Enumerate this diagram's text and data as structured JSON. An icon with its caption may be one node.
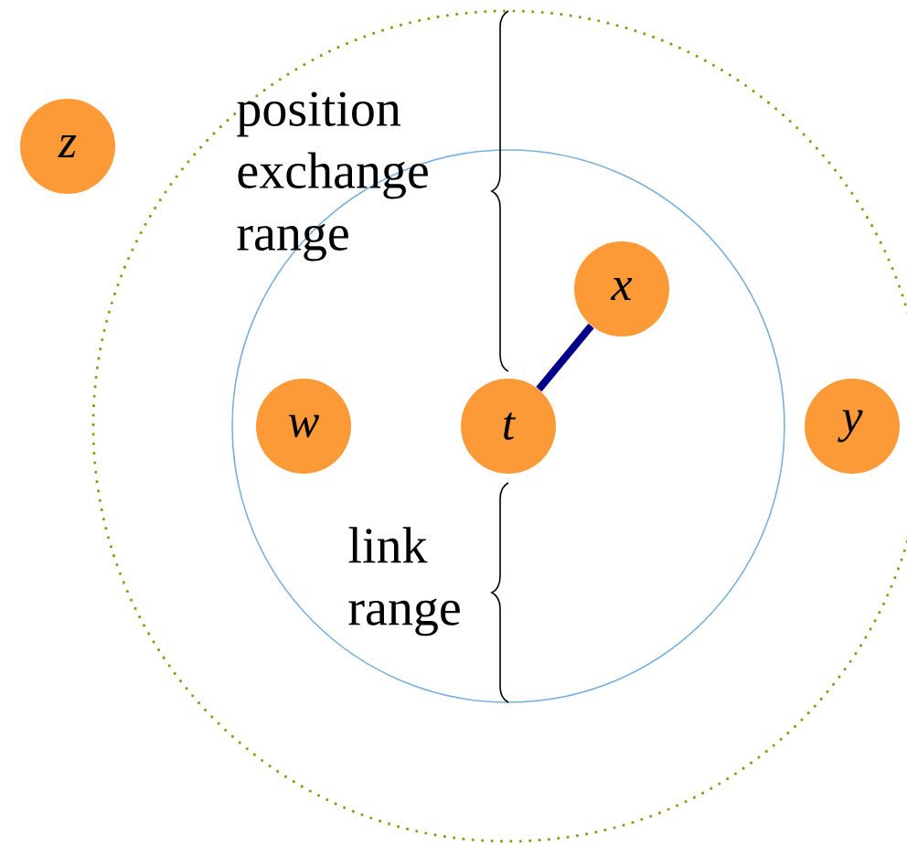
{
  "diagram": {
    "nodes": [
      {
        "text": [
          "z"
        ]
      },
      {
        "text": [
          "x"
        ]
      },
      {
        "text": [
          "w"
        ]
      },
      {
        "text": [
          "t"
        ]
      },
      {
        "text": [
          "y"
        ]
      }
    ],
    "edges": [
      {
        "from": 3,
        "to": 1,
        "arrow": "none"
      }
    ],
    "labels": [
      "position exchange range",
      "link range"
    ]
  }
}
